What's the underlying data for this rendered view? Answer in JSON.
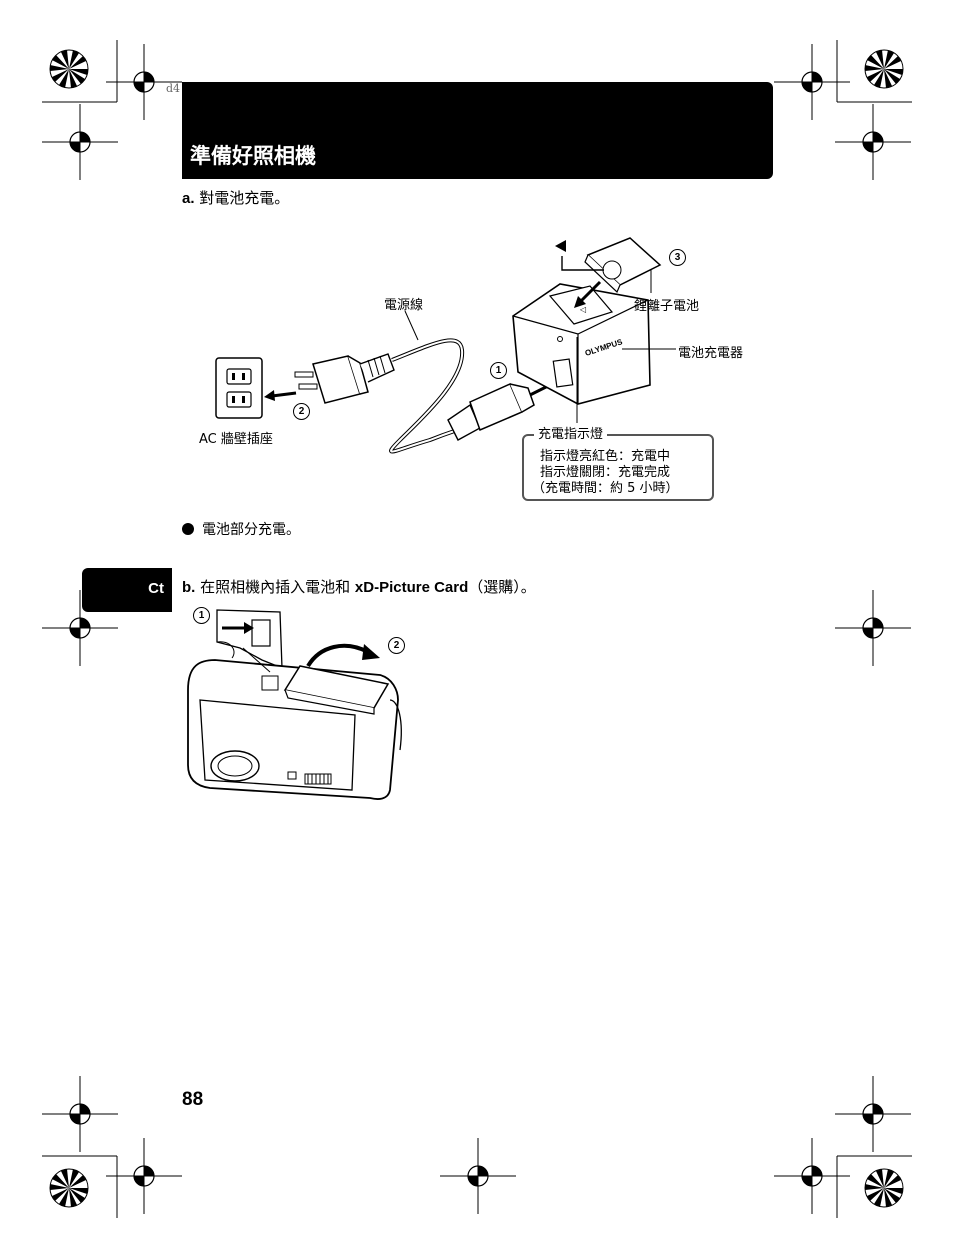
{
  "file_id": "d4",
  "header": {
    "title": "準備好照相機"
  },
  "section_a": {
    "label": "a.",
    "text": "對電池充電。"
  },
  "diagram_a": {
    "power_cord_label": "電源線",
    "outlet_label": "AC 牆壁插座",
    "battery_label": "鋰離子電池",
    "charger_label": "電池充電器",
    "charger_brand": "OLYMPUS",
    "indicator_box": {
      "title": "充電指示燈",
      "lines": [
        "指示燈亮紅色：充電中",
        "指示燈關閉：充電完成",
        "（充電時間：約 5 小時）"
      ]
    },
    "step_numbers": [
      "1",
      "2",
      "3"
    ]
  },
  "bullet_note": "電池部分充電。",
  "section_b": {
    "label": "b.",
    "text_prefix": "在照相機內插入電池和 ",
    "text_bold": "xD-Picture Card",
    "text_suffix": "（選購）。"
  },
  "diagram_b": {
    "step_numbers": [
      "1",
      "2"
    ]
  },
  "side_tab": {
    "label": "Ct"
  },
  "page_number": "88"
}
